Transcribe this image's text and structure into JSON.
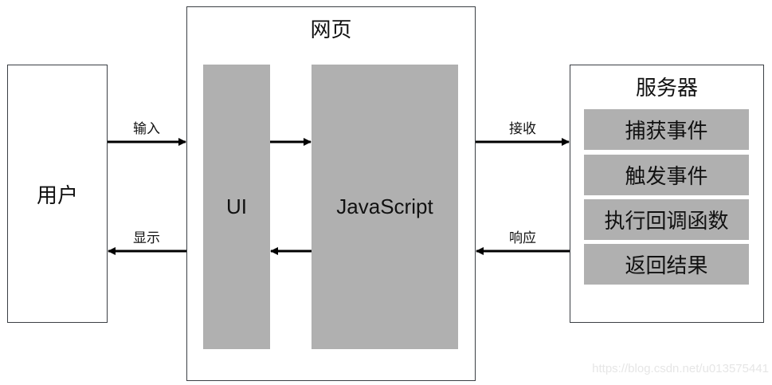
{
  "user_box": {
    "label": "用户"
  },
  "webpage_box": {
    "title": "网页",
    "ui_block": {
      "label": "UI"
    },
    "js_block": {
      "label": "JavaScript"
    }
  },
  "server_box": {
    "title": "服务器",
    "steps": [
      {
        "label": "捕获事件"
      },
      {
        "label": "触发事件"
      },
      {
        "label": "执行回调函数"
      },
      {
        "label": "返回结果"
      }
    ]
  },
  "arrows": {
    "user_to_page": {
      "label": "输入"
    },
    "page_to_user": {
      "label": "显示"
    },
    "page_to_server": {
      "label": "接收"
    },
    "server_to_page": {
      "label": "响应"
    },
    "ui_to_js": {
      "label": ""
    },
    "js_to_ui": {
      "label": ""
    }
  },
  "colors": {
    "border": "#3b3f44",
    "block_fill": "#b0b0b0",
    "arrow": "#000000"
  },
  "watermark": {
    "text": "https://blog.csdn.net/u013575441"
  }
}
